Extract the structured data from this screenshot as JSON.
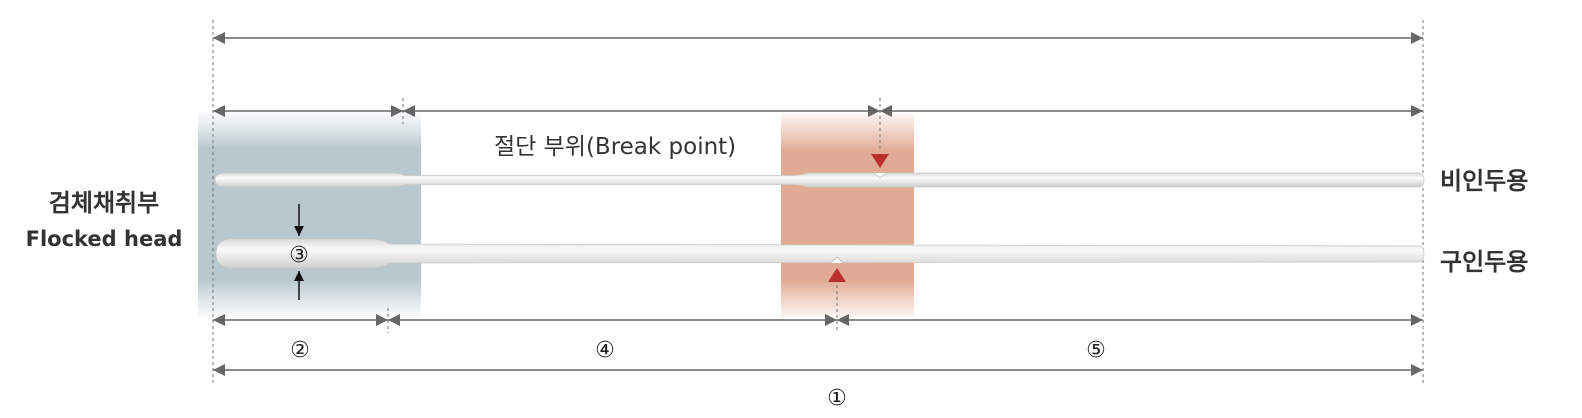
{
  "labels": {
    "head_ko": "검체채취부",
    "head_en": "Flocked head",
    "break_point": "절단 부위(Break point)",
    "nasal": "비인두용",
    "oral": "구인두용"
  },
  "markers": {
    "m1": "①",
    "m2": "②",
    "m3": "③",
    "m4": "④",
    "m5": "⑤"
  },
  "colors": {
    "head_zone": "#a8bcc4",
    "break_zone": "#dc9e85",
    "dimension_line": "#666666",
    "break_arrow": "#b8312f",
    "swab": "#f4f4f2"
  }
}
